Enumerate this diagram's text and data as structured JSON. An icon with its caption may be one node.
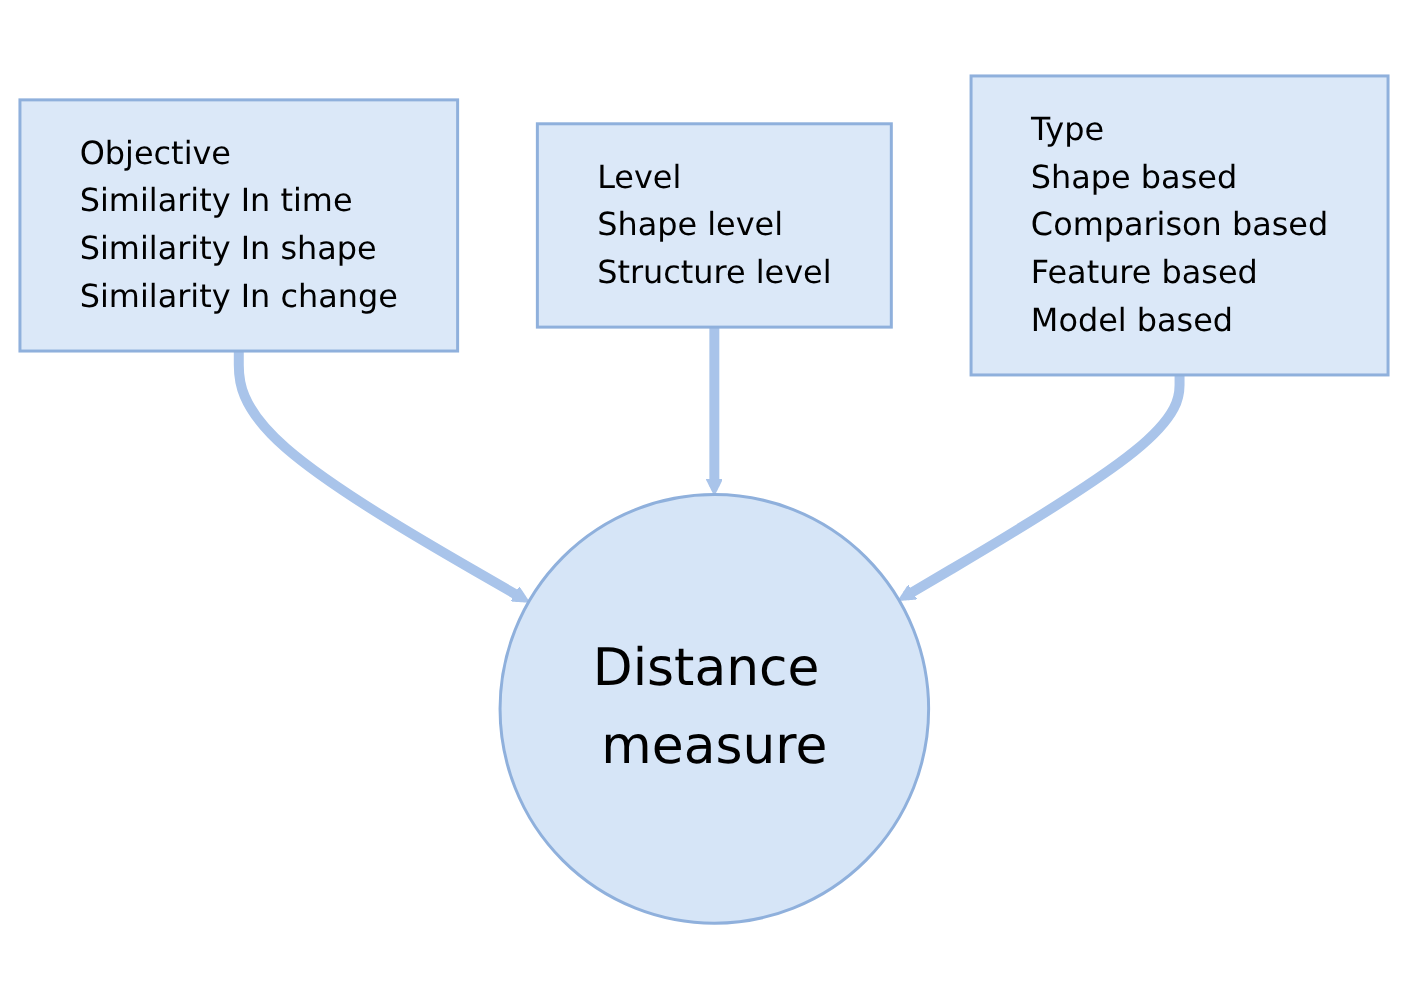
{
  "diagram": {
    "nodes": [
      {
        "text": [
          "Objective",
          "Similarity In time",
          "Similarity In shape",
          "Similarity In change"
        ]
      },
      {
        "text": [
          "Level",
          "Shape level",
          "Structure level"
        ]
      },
      {
        "text": [
          "Type",
          "Shape based",
          "Comparison based",
          "Feature based",
          "Model based"
        ]
      },
      {
        "text": [
          "Distance measure"
        ]
      }
    ],
    "edges": [
      {
        "from": 0,
        "to": 3,
        "arrow": "to"
      },
      {
        "from": 1,
        "to": 3,
        "arrow": "to"
      },
      {
        "from": 2,
        "to": 3,
        "arrow": "to"
      }
    ]
  }
}
